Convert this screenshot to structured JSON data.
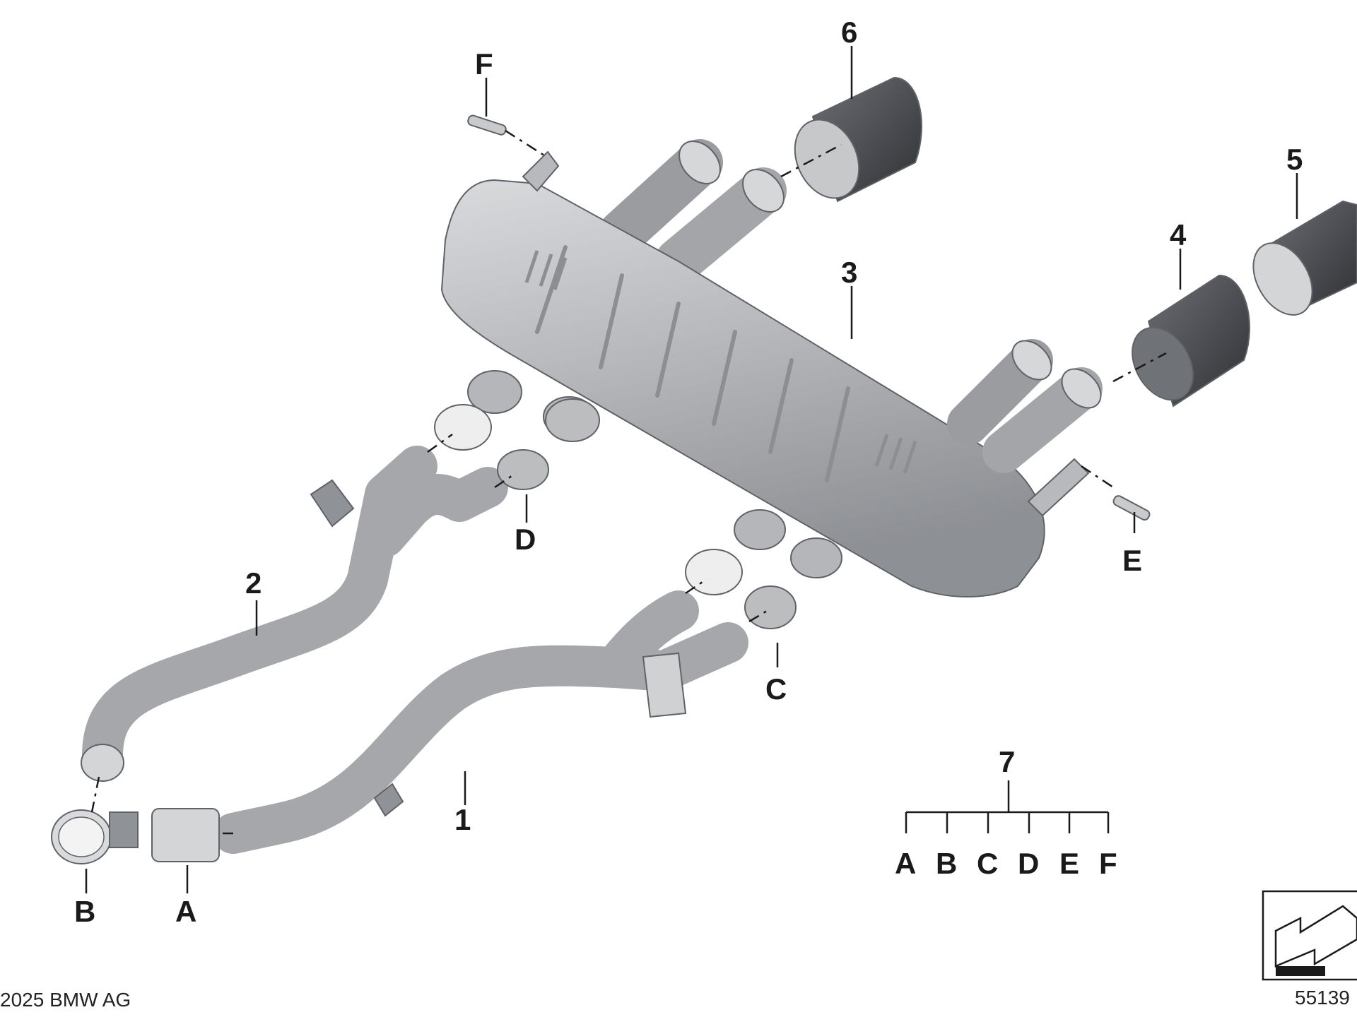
{
  "callouts": {
    "c1": "1",
    "c2": "2",
    "c3": "3",
    "c4": "4",
    "c5": "5",
    "c6": "6",
    "c7": "7",
    "a": "A",
    "b": "B",
    "c": "C",
    "d": "D",
    "e": "E",
    "f": "F"
  },
  "kit_legend": {
    "label": "7",
    "items": [
      "A",
      "B",
      "C",
      "D",
      "E",
      "F"
    ]
  },
  "footer": {
    "copyright": "2025 BMW AG",
    "diagram_number": "55139"
  },
  "colors": {
    "steel_light": "#c9cacc",
    "steel_mid": "#a7a9ac",
    "steel_dark": "#7c7f83",
    "tip_dark": "#3d3f44",
    "gasket": "#eeeeee",
    "line": "#1a1a1a"
  },
  "icons": {
    "orientation": "vehicle-direction-arrow-icon"
  }
}
